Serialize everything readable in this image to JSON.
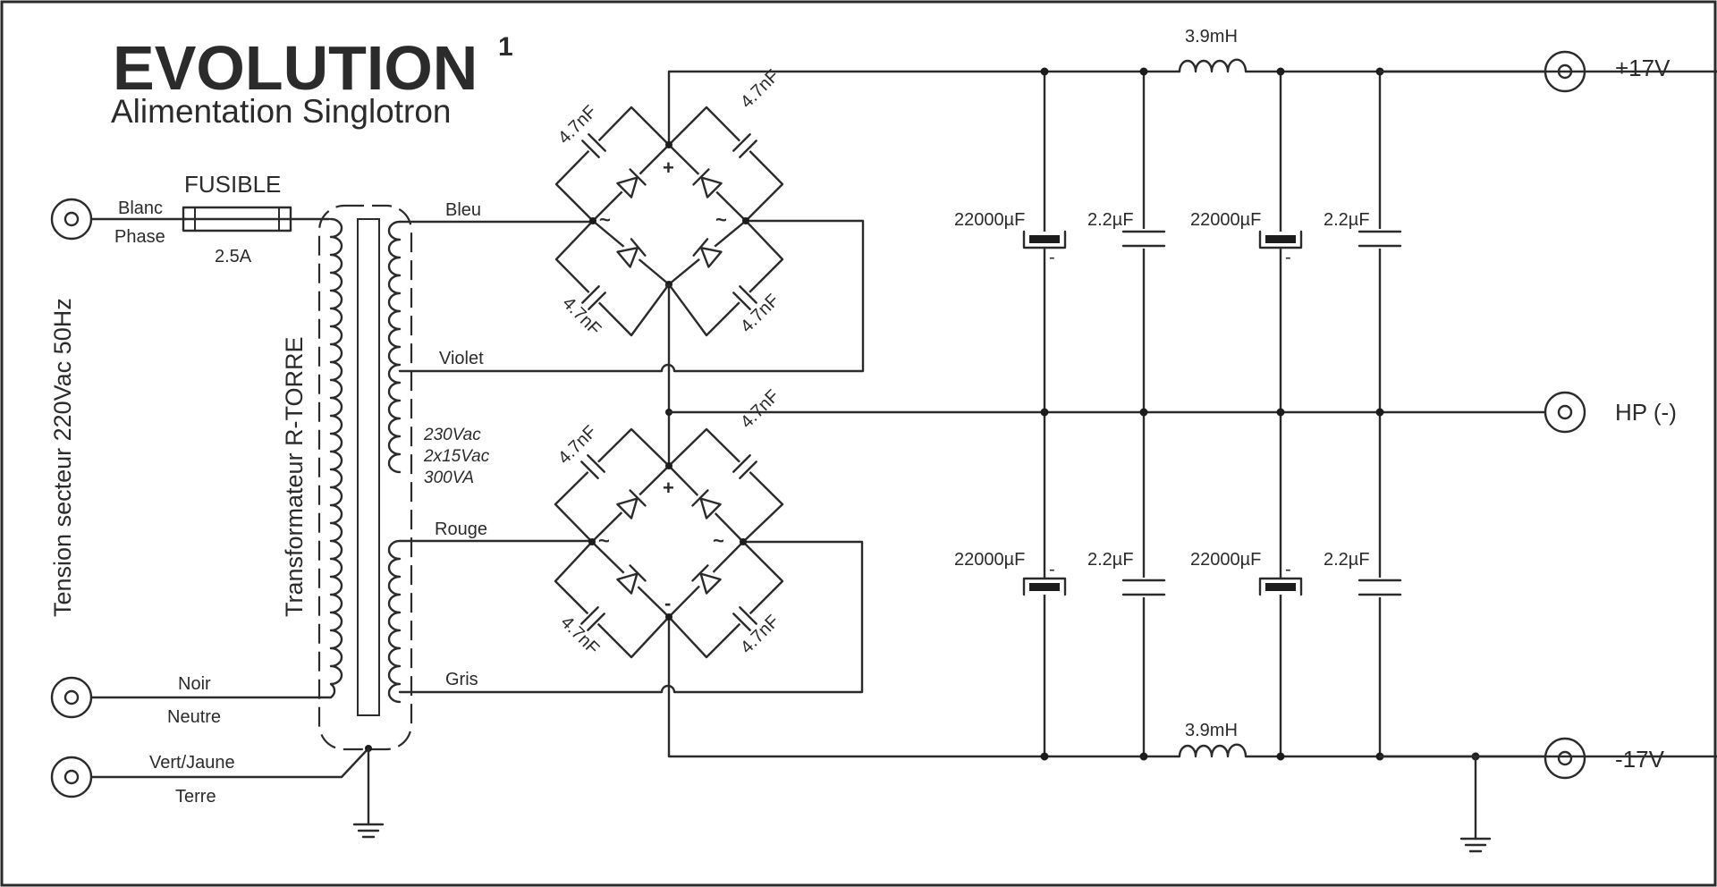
{
  "title": {
    "main": "EVOLUTION",
    "superscript": "1",
    "subtitle": "Alimentation Singlotron"
  },
  "mains": {
    "label": "Tension secteur 220Vac 50Hz",
    "fuse_label": "FUSIBLE",
    "fuse_rating": "2.5A",
    "phase_wire_color": "Blanc",
    "phase_wire_name": "Phase",
    "neutral_wire_color": "Noir",
    "neutral_wire_name": "Neutre",
    "earth_wire_color": "Vert/Jaune",
    "earth_wire_name": "Terre"
  },
  "transformer": {
    "name": "Transformateur R-TORRE",
    "spec_primary": "230Vac",
    "spec_secondary": "2x15Vac",
    "spec_power": "300VA",
    "wire_bleu": "Bleu",
    "wire_violet": "Violet",
    "wire_rouge": "Rouge",
    "wire_gris": "Gris"
  },
  "bridge": {
    "snubber_cap": "4.7nF",
    "plus_sign": "+",
    "minus_sign": "-",
    "ac_sign": "~"
  },
  "filter": {
    "bulk_cap": "22000µF",
    "film_cap": "2.2µF",
    "inductor": "3.9mH",
    "cap_minus": "-"
  },
  "outputs": {
    "positive": "+17V",
    "ground": "HP (-)",
    "negative": "-17V"
  },
  "colors": {
    "ink": "#2b2b2b",
    "background": "#ffffff"
  }
}
